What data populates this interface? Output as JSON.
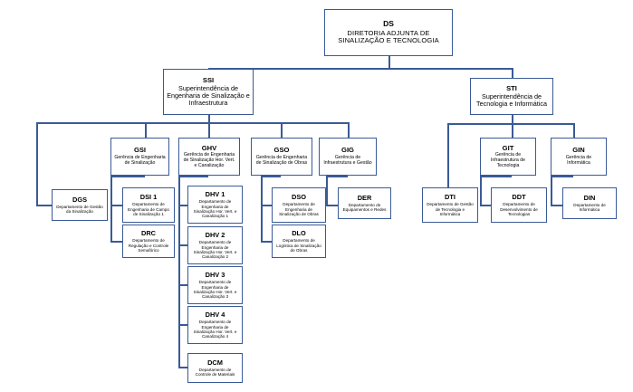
{
  "diagram": {
    "title": "Organograma - Diretoria Adjunta de Sinalização e Tecnologia",
    "colors": {
      "box_border": "#3a5a96",
      "connector": "#3a5a96",
      "box_fill": "#ffffff",
      "text": "#000000",
      "background": "#ffffff"
    }
  },
  "nodes": {
    "ds": {
      "code": "DS",
      "desc": "DIRETORIA ADJUNTA DE SINALIZAÇÃO E TECNOLOGIA"
    },
    "ssi": {
      "code": "SSI",
      "desc": "Superintendência de Engenharia de Sinalização e Infraestrutura"
    },
    "sti": {
      "code": "STI",
      "desc": "Superintendência de Tecnologia e Informática"
    },
    "gsi": {
      "code": "GSI",
      "desc": "Gerência de Engenharia de Sinalização"
    },
    "ghv": {
      "code": "GHV",
      "desc": "Gerência de Engenharia de Sinalização Hor. Vert. e Canalização"
    },
    "gso": {
      "code": "GSO",
      "desc": "Gerência de Engenharia de Sinalização de Obras"
    },
    "gig": {
      "code": "GIG",
      "desc": "Gerência de Infraestrutura e Gestão"
    },
    "git": {
      "code": "GIT",
      "desc": "Gerência de Infraestrutura de Tecnologia"
    },
    "gin": {
      "code": "GIN",
      "desc": "Gerência de Informática"
    },
    "dgs": {
      "code": "DGS",
      "desc": "Departamento de Gestão da Sinalização"
    },
    "dsi1": {
      "code": "DSI 1",
      "desc": "Departamento de Engenharia de Campo de Sinalização 1"
    },
    "drc": {
      "code": "DRC",
      "desc": "Departamento de Regulação e Controle Semafórico"
    },
    "dhv1": {
      "code": "DHV 1",
      "desc": "Departamento de Engenharia de Sinalização Hor. Vert. e Canalização 1"
    },
    "dhv2": {
      "code": "DHV 2",
      "desc": "Departamento de Engenharia de Sinalização Hor. Vert. e Canalização 2"
    },
    "dhv3": {
      "code": "DHV 3",
      "desc": "Departamento de Engenharia de Sinalização Hor. Vert. e Canalização 3"
    },
    "dhv4": {
      "code": "DHV 4",
      "desc": "Departamento de Engenharia de Sinalização Hor. Vert. e Canalização 4"
    },
    "dcm": {
      "code": "DCM",
      "desc": "Departamento de Controle de Materiais"
    },
    "dso": {
      "code": "DSO",
      "desc": "Departamento de Engenharia de Sinalização de Obras"
    },
    "dlo": {
      "code": "DLO",
      "desc": "Departamento de Logística de Sinalização de Obras"
    },
    "der": {
      "code": "DER",
      "desc": "Departamento de Equipamentos e Redes"
    },
    "dti": {
      "code": "DTI",
      "desc": "Departamento de Gestão de Tecnologia e Informática"
    },
    "ddt": {
      "code": "DDT",
      "desc": "Departamento de Desenvolvimento de Tecnologias"
    },
    "din": {
      "code": "DIN",
      "desc": "Departamento de Informática"
    }
  },
  "hierarchy": {
    "root": "ds",
    "edges": [
      {
        "from": "ds",
        "to": "ssi"
      },
      {
        "from": "ds",
        "to": "sti"
      },
      {
        "from": "ssi",
        "to": "dgs"
      },
      {
        "from": "ssi",
        "to": "gsi"
      },
      {
        "from": "ssi",
        "to": "ghv"
      },
      {
        "from": "ssi",
        "to": "gso"
      },
      {
        "from": "ssi",
        "to": "gig"
      },
      {
        "from": "sti",
        "to": "dti"
      },
      {
        "from": "sti",
        "to": "git"
      },
      {
        "from": "sti",
        "to": "gin"
      },
      {
        "from": "gsi",
        "to": "dsi1"
      },
      {
        "from": "gsi",
        "to": "drc"
      },
      {
        "from": "ghv",
        "to": "dhv1"
      },
      {
        "from": "ghv",
        "to": "dhv2"
      },
      {
        "from": "ghv",
        "to": "dhv3"
      },
      {
        "from": "ghv",
        "to": "dhv4"
      },
      {
        "from": "ghv",
        "to": "dcm"
      },
      {
        "from": "gso",
        "to": "dso"
      },
      {
        "from": "gso",
        "to": "dlo"
      },
      {
        "from": "gig",
        "to": "der"
      },
      {
        "from": "git",
        "to": "ddt"
      },
      {
        "from": "gin",
        "to": "din"
      }
    ]
  }
}
